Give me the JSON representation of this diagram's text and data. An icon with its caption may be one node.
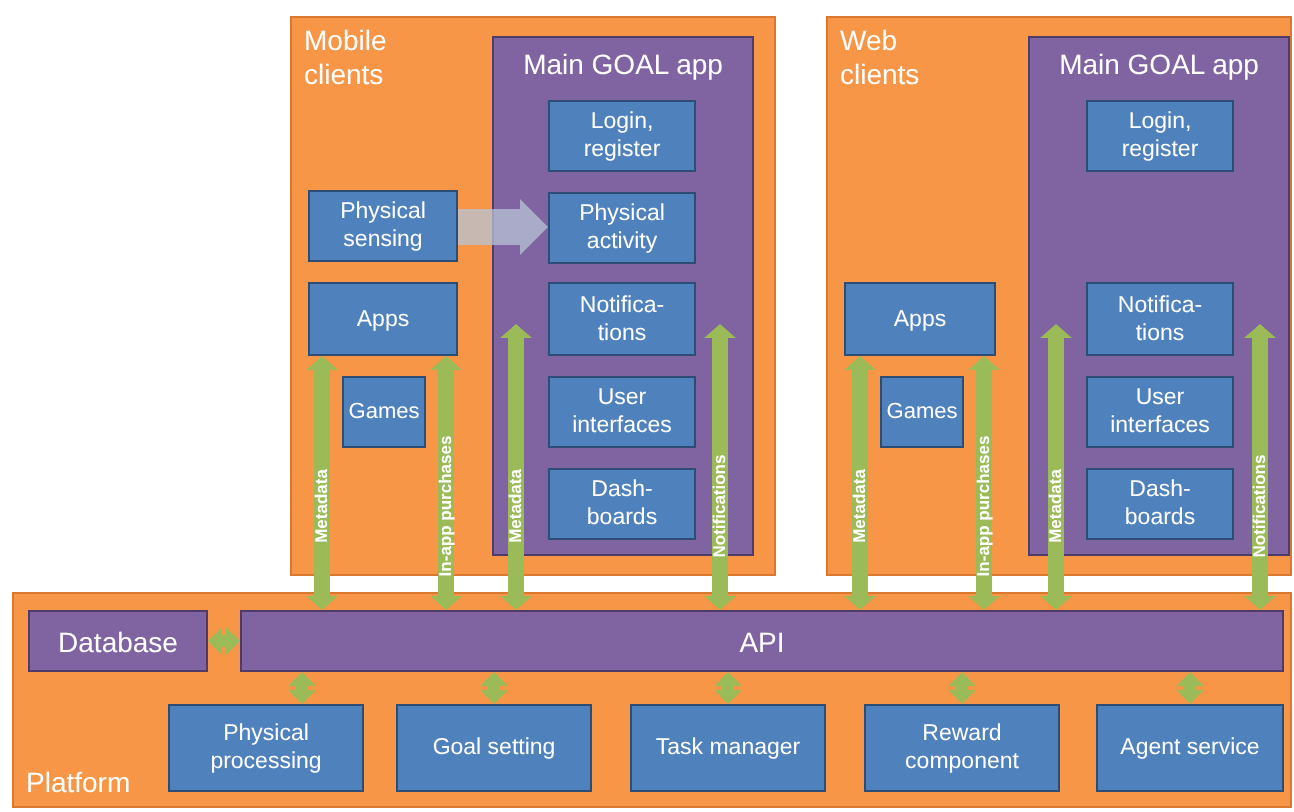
{
  "diagram": {
    "nodes": [
      {
        "text": [
          "Mobile clients"
        ]
      },
      {
        "text": [
          "Main GOAL app"
        ],
        "in": 0
      },
      {
        "text": [
          "Login, register"
        ],
        "in": 1
      },
      {
        "text": [
          "Physical activity"
        ],
        "in": 1
      },
      {
        "text": [
          "Notifica- tions"
        ],
        "in": 1
      },
      {
        "text": [
          "User interfaces"
        ],
        "in": 1
      },
      {
        "text": [
          "Dash- boards"
        ],
        "in": 1
      },
      {
        "text": [
          "Physical sensing"
        ],
        "in": 0
      },
      {
        "text": [
          "Apps"
        ],
        "in": 0
      },
      {
        "text": [
          "Games"
        ],
        "in": 0
      },
      {
        "text": [
          "Web clients"
        ]
      },
      {
        "text": [
          "Main GOAL app"
        ],
        "in": 10
      },
      {
        "text": [
          "Login, register"
        ],
        "in": 11
      },
      {
        "text": [
          "Notifica- tions"
        ],
        "in": 11
      },
      {
        "text": [
          "User interfaces"
        ],
        "in": 11
      },
      {
        "text": [
          "Dash- boards"
        ],
        "in": 11
      },
      {
        "text": [
          "Apps"
        ],
        "in": 10
      },
      {
        "text": [
          "Games"
        ],
        "in": 10
      },
      {
        "text": [
          "Platform"
        ]
      },
      {
        "text": [
          "Database"
        ],
        "in": 18
      },
      {
        "text": [
          "API"
        ],
        "in": 18
      },
      {
        "text": [
          "Physical processing"
        ],
        "in": 18
      },
      {
        "text": [
          "Goal setting"
        ],
        "in": 18
      },
      {
        "text": [
          "Task manager"
        ],
        "in": 18
      },
      {
        "text": [
          "Reward component"
        ],
        "in": 18
      },
      {
        "text": [
          "Agent service"
        ],
        "in": 18
      }
    ],
    "edges": [
      {
        "from": 7,
        "to": 3,
        "arrow": "to",
        "style": "thick",
        "color": "#b7c3d6"
      },
      {
        "from": 20,
        "to": 8,
        "arrow": "both",
        "label": "Metadata"
      },
      {
        "from": 20,
        "to": 8,
        "arrow": "both",
        "label": "In-app purchases"
      },
      {
        "from": 20,
        "to": 1,
        "arrow": "both",
        "label": "Metadata"
      },
      {
        "from": 20,
        "to": 1,
        "arrow": "both",
        "label": "Notifications"
      },
      {
        "from": 20,
        "to": 16,
        "arrow": "both",
        "label": "Metadata"
      },
      {
        "from": 20,
        "to": 16,
        "arrow": "both",
        "label": "In-app purchases"
      },
      {
        "from": 20,
        "to": 11,
        "arrow": "both",
        "label": "Metadata"
      },
      {
        "from": 20,
        "to": 11,
        "arrow": "both",
        "label": "Notifications"
      },
      {
        "from": 19,
        "to": 20,
        "arrow": "both"
      },
      {
        "from": 20,
        "to": 21,
        "arrow": "both"
      },
      {
        "from": 20,
        "to": 22,
        "arrow": "both"
      },
      {
        "from": 20,
        "to": 23,
        "arrow": "both"
      },
      {
        "from": 20,
        "to": 24,
        "arrow": "both"
      },
      {
        "from": 20,
        "to": 25,
        "arrow": "both"
      }
    ]
  }
}
